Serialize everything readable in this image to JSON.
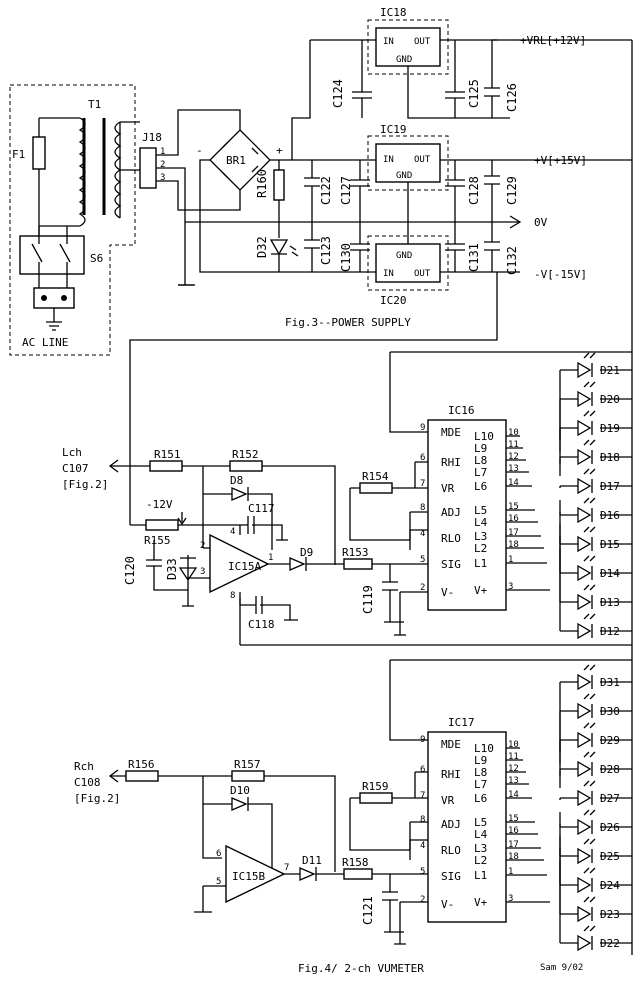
{
  "power_supply": {
    "caption": "Fig.3--POWER SUPPLY",
    "ac_line": "AC LINE",
    "fuse": "F1",
    "transformer": "T1",
    "switch": "S6",
    "connector": "J18",
    "connector_pins": [
      "1",
      "2",
      "3"
    ],
    "bridge": "BR1",
    "resistor": "R160",
    "led": "D32",
    "regulators": [
      {
        "name": "IC18",
        "pins": [
          "IN",
          "OUT",
          "GND"
        ]
      },
      {
        "name": "IC19",
        "pins": [
          "IN",
          "OUT",
          "GND"
        ]
      },
      {
        "name": "IC20",
        "pins": [
          "GND",
          "IN",
          "OUT"
        ]
      }
    ],
    "capacitors": [
      "C122",
      "C123",
      "C124",
      "C125",
      "C126",
      "C127",
      "C128",
      "C129",
      "C130",
      "C131",
      "C132"
    ],
    "rails": [
      "+VRL[+12V]",
      "+V[+15V]",
      "0V",
      "-V[-15V]"
    ]
  },
  "vumeter": {
    "caption": "Fig.4/ 2-ch VUMETER",
    "signature": "Sam 9/02",
    "left_channel": {
      "input": [
        "Lch",
        "C107",
        "[Fig.2]"
      ],
      "resistors": [
        "R151",
        "R152",
        "R153",
        "R154",
        "R155"
      ],
      "diodes": [
        "D8",
        "D9",
        "D33"
      ],
      "capacitors": [
        "C117",
        "C118",
        "C119",
        "C120"
      ],
      "opamp": "IC15A",
      "opamp_pins": [
        "2",
        "3",
        "1",
        "8",
        "4"
      ],
      "supply_note": "-12V",
      "driver": "IC16",
      "leds": [
        "D21",
        "D20",
        "D19",
        "D18",
        "D17",
        "D16",
        "D15",
        "D14",
        "D13",
        "D12"
      ]
    },
    "right_channel": {
      "input": [
        "Rch",
        "C108",
        "[Fig.2]"
      ],
      "resistors": [
        "R156",
        "R157",
        "R158",
        "R159"
      ],
      "diodes": [
        "D10",
        "D11"
      ],
      "capacitors": [
        "C121"
      ],
      "opamp": "IC15B",
      "opamp_pins": [
        "6",
        "5",
        "7"
      ],
      "driver": "IC17",
      "leds": [
        "D31",
        "D30",
        "D29",
        "D28",
        "D27",
        "D26",
        "D25",
        "D24",
        "D23",
        "D22"
      ]
    },
    "driver_left_pins": [
      {
        "num": "9",
        "label": "MDE"
      },
      {
        "num": "6",
        "label": "RHI"
      },
      {
        "num": "7",
        "label": "VR"
      },
      {
        "num": "8",
        "label": "ADJ"
      },
      {
        "num": "4",
        "label": "RLO"
      },
      {
        "num": "5",
        "label": "SIG"
      },
      {
        "num": "2",
        "label": "V-"
      }
    ],
    "driver_right_pins": [
      {
        "num": "10",
        "label": "L10"
      },
      {
        "num": "11",
        "label": "L9"
      },
      {
        "num": "12",
        "label": "L8"
      },
      {
        "num": "13",
        "label": "L7"
      },
      {
        "num": "14",
        "label": "L6"
      },
      {
        "num": "15",
        "label": "L5"
      },
      {
        "num": "16",
        "label": "L4"
      },
      {
        "num": "17",
        "label": "L3"
      },
      {
        "num": "18",
        "label": "L2"
      },
      {
        "num": "1",
        "label": "L1"
      },
      {
        "num": "3",
        "label": "V+"
      }
    ]
  }
}
